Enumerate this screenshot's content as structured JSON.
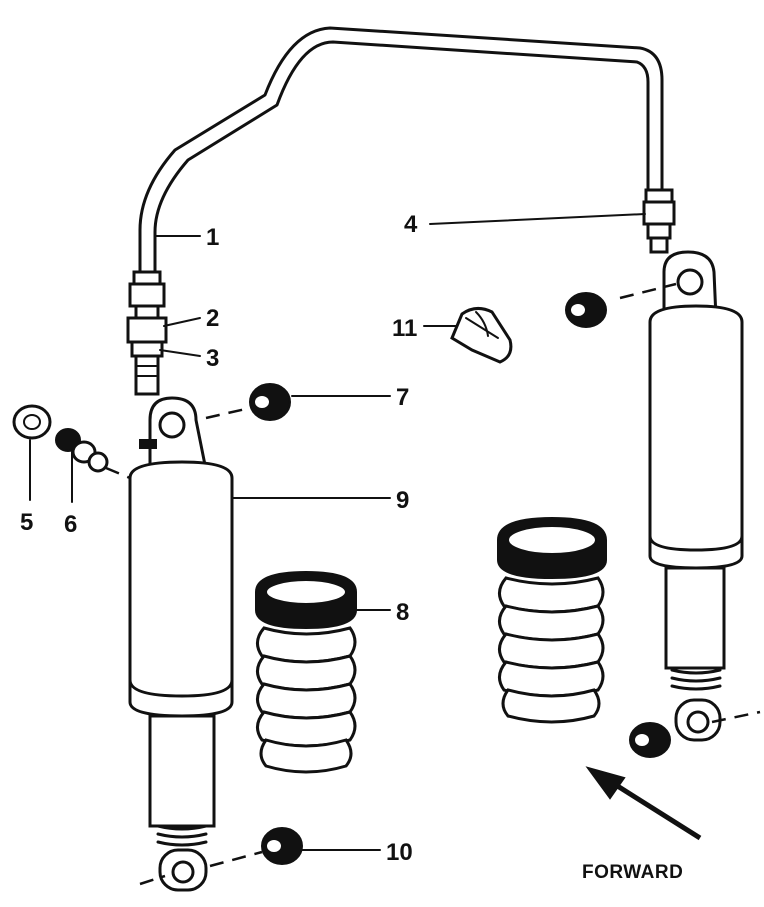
{
  "callouts": [
    {
      "id": "1",
      "label": "1"
    },
    {
      "id": "2",
      "label": "2"
    },
    {
      "id": "3",
      "label": "3"
    },
    {
      "id": "4",
      "label": "4"
    },
    {
      "id": "5",
      "label": "5"
    },
    {
      "id": "6",
      "label": "6"
    },
    {
      "id": "7",
      "label": "7"
    },
    {
      "id": "8",
      "label": "8"
    },
    {
      "id": "9",
      "label": "9"
    },
    {
      "id": "10",
      "label": "10"
    },
    {
      "id": "11",
      "label": "11"
    }
  ],
  "direction_label": "FORWARD",
  "colors": {
    "ink": "#111111",
    "paper": "#ffffff"
  }
}
